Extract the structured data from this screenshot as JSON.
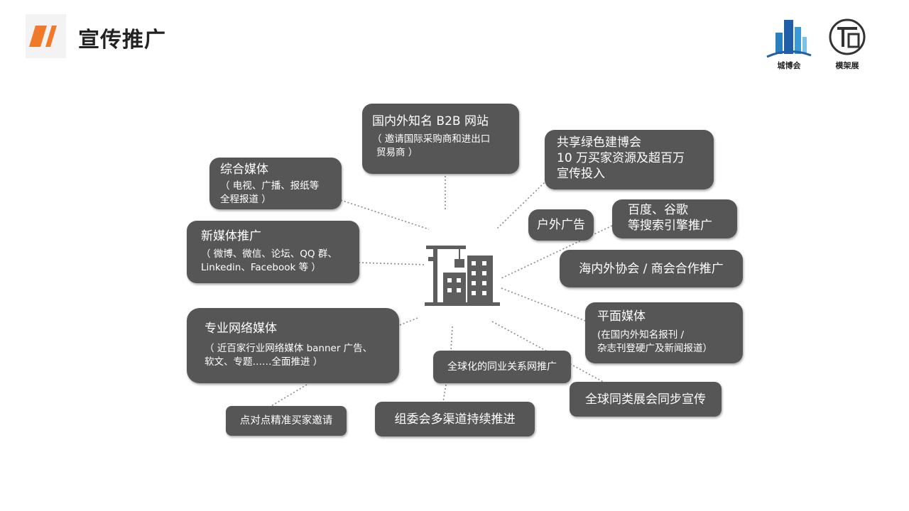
{
  "header": {
    "title": "宣传推广"
  },
  "logos": [
    {
      "name": "城博会",
      "caption": "城博会"
    },
    {
      "name": "模架展",
      "caption": "模架展"
    }
  ],
  "icons": {
    "header_mark": "orange-slash-icon",
    "hub": "building-crane-icon"
  },
  "colors": {
    "accent": "#f07a2a",
    "box": "#575656",
    "line": "#8a8a8a"
  },
  "nodes": {
    "b2b": {
      "title": "国内外知名 B2B 网站",
      "line1": "（ 邀请国际采购商和进出口",
      "line2": "贸易商 ）"
    },
    "green_expo": {
      "line1": "共享绿色建博会",
      "line2": "10 万买家资源及超百万",
      "line3": "宣传投入"
    },
    "media": {
      "title": "综合媒体",
      "line1": "（ 电视、广播、报纸等",
      "line2": "全程报道 ）"
    },
    "outdoor": {
      "title": "户外广告"
    },
    "search": {
      "line1": "百度、谷歌",
      "line2": "等搜索引擎推广"
    },
    "new_media": {
      "title": "新媒体推广",
      "line1": "（ 微博、微信、论坛、QQ 群、",
      "line2": "Linkedin、Facebook 等 ）"
    },
    "associations": {
      "title": "海内外协会 / 商会合作推广"
    },
    "print": {
      "title": "平面媒体",
      "line1": "(在国内外知名报刊 /",
      "line2": "杂志刊登硬广及新闻报道）"
    },
    "web_media": {
      "title": "专业网络媒体",
      "line1": "（ 近百家行业网络媒体 banner 广告、",
      "line2": "软文、专题……全面推进 ）"
    },
    "global_net": {
      "title": "全球化的同业关系网推广"
    },
    "global_expo": {
      "title": "全球同类展会同步宣传"
    },
    "p2p": {
      "title": "点对点精准买家邀请"
    },
    "committee": {
      "title": "组委会多渠道持续推进"
    }
  }
}
